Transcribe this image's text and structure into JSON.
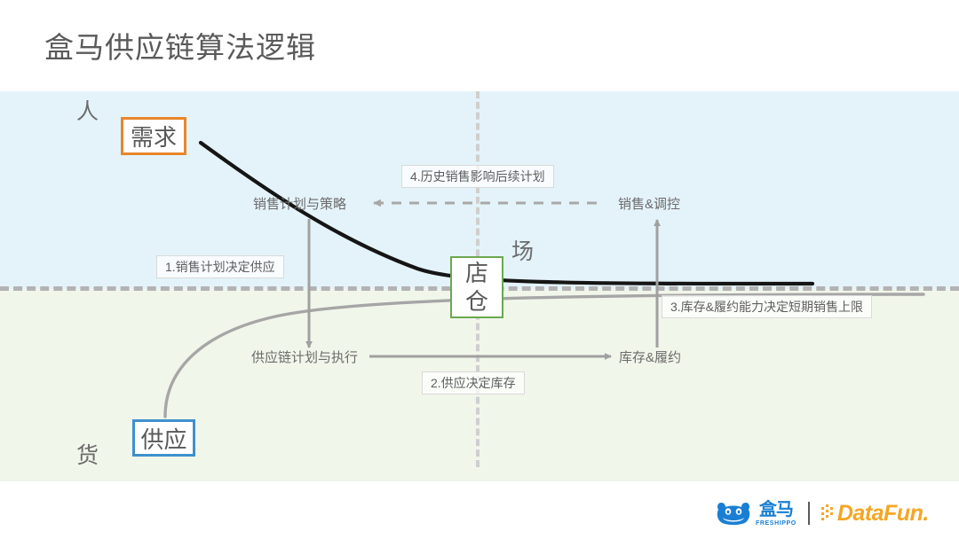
{
  "slide": {
    "title": "盒马供应链算法逻辑"
  },
  "colors": {
    "band_demand": "#e4f3fa",
    "band_supply": "#f1f6ea",
    "demand_box_border": "#e8862a",
    "supply_box_border": "#3f90ce",
    "store_box_border": "#6aa84f",
    "axis_line": "#b3b3b3",
    "curve_demand": "#1a1a1a",
    "curve_supply": "#a6a6a6",
    "brand_freshippo": "#1a7fd4",
    "brand_datafun": "#f5a623"
  },
  "axes": {
    "people_label": "人",
    "goods_label": "货",
    "market_label": "场"
  },
  "nodes": {
    "demand": "需求",
    "supply": "供应",
    "store_line1": "店",
    "store_line2": "仓"
  },
  "flows": [
    {
      "id": "sales-plan",
      "label": "销售计划与策略",
      "arrow": "dashed-left"
    },
    {
      "id": "sales-control",
      "label": "销售&调控",
      "arrow": "solid-up"
    },
    {
      "id": "supply-chain",
      "label": "供应链计划与执行",
      "arrow": "solid-down"
    },
    {
      "id": "inventory",
      "label": "库存&履约",
      "arrow": "solid-right"
    }
  ],
  "annotations": [
    {
      "id": "a1",
      "text": "1.销售计划决定供应"
    },
    {
      "id": "a2",
      "text": "2.供应决定库存"
    },
    {
      "id": "a3",
      "text": "3.库存&履约能力决定短期销售上限"
    },
    {
      "id": "a4",
      "text": "4.历史销售影响后续计划"
    }
  ],
  "footer": {
    "freshippo_cn": "盒马",
    "freshippo_en": "FRESHIPPO",
    "datafun": "DataFun."
  }
}
